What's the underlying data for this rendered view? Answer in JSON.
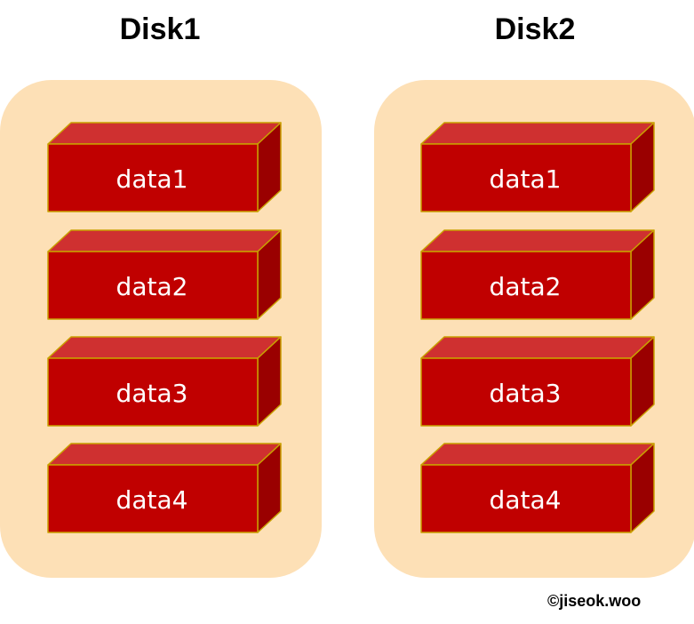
{
  "disks": [
    {
      "title": "Disk1",
      "blocks": [
        "data1",
        "data2",
        "data3",
        "data4"
      ]
    },
    {
      "title": "Disk2",
      "blocks": [
        "data1",
        "data2",
        "data3",
        "data4"
      ]
    }
  ],
  "watermark": "©jiseok.woo",
  "colors": {
    "disk_background": "#fde0b6",
    "block_front": "#c00000",
    "block_top": "#cf3030",
    "block_side": "#9a0000",
    "block_edge": "#c9a000"
  }
}
